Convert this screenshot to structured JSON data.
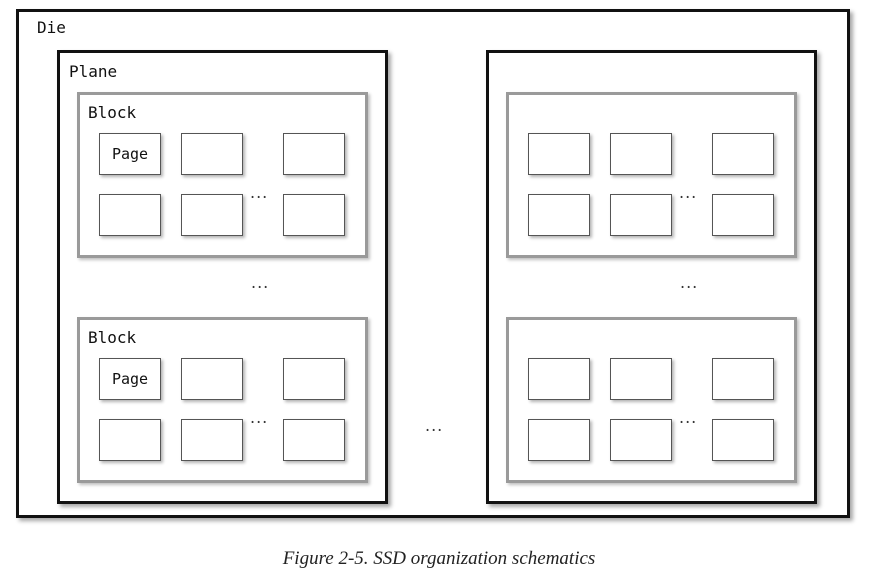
{
  "diagram": {
    "die_label": "Die",
    "plane_label": "Plane",
    "block_label": "Block",
    "page_label": "Page",
    "ellipsis": "...",
    "caption": "Figure 2-5. SSD organization schematics"
  }
}
